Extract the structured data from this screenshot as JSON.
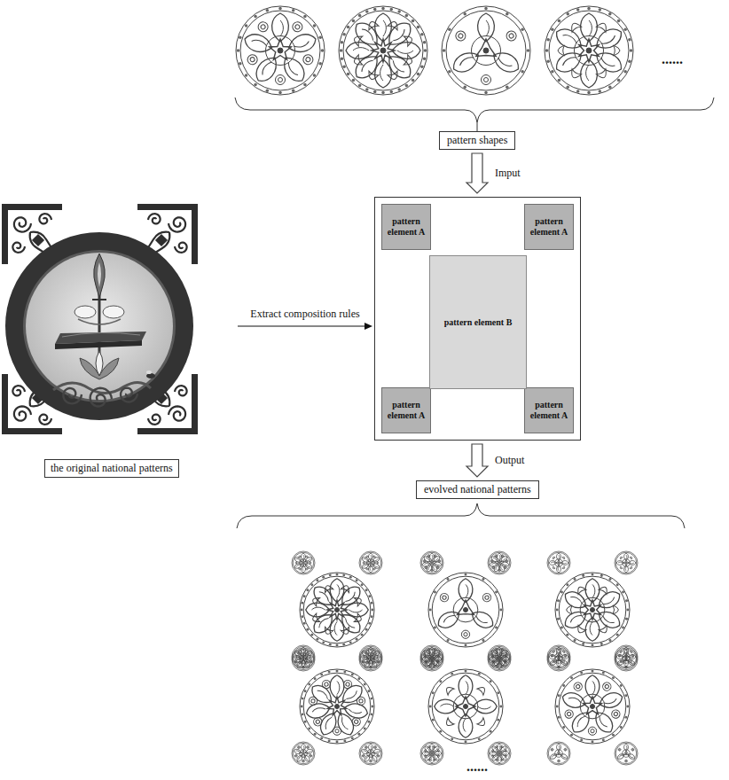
{
  "diagram": {
    "nodes": [
      {
        "text": [
          "pattern shapes"
        ]
      },
      {
        "text": [
          "the original national patterns"
        ]
      },
      {
        "text": []
      },
      {
        "text": [
          "pattern element A"
        ],
        "in": 2
      },
      {
        "text": [
          "pattern element A"
        ],
        "in": 2
      },
      {
        "text": [
          "pattern element A"
        ],
        "in": 2
      },
      {
        "text": [
          "pattern element A"
        ],
        "in": 2
      },
      {
        "text": [
          "pattern element B"
        ],
        "in": 2
      },
      {
        "text": [
          "evolved national patterns"
        ]
      }
    ],
    "edges": [
      {
        "from": 0,
        "to": 2,
        "arrow": "to",
        "label": "Imput"
      },
      {
        "from": 1,
        "to": 2,
        "arrow": "to",
        "label": "Extract composition rules"
      },
      {
        "from": 2,
        "to": 8,
        "arrow": "to",
        "label": "Output"
      }
    ],
    "labels": [
      "......",
      "......"
    ]
  }
}
